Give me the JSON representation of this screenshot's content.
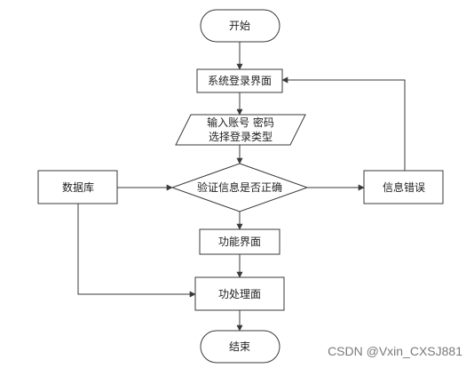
{
  "nodes": {
    "start": "开始",
    "login": "系统登录界面",
    "input_line1": "输入账号 密码",
    "input_line2": "选择登录类型",
    "verify": "验证信息是否正确",
    "database": "数据库",
    "error": "信息错误",
    "function": "功能界面",
    "process": "功处理面",
    "end": "结束"
  },
  "watermark": "CSDN @Vxin_CXSJ881"
}
